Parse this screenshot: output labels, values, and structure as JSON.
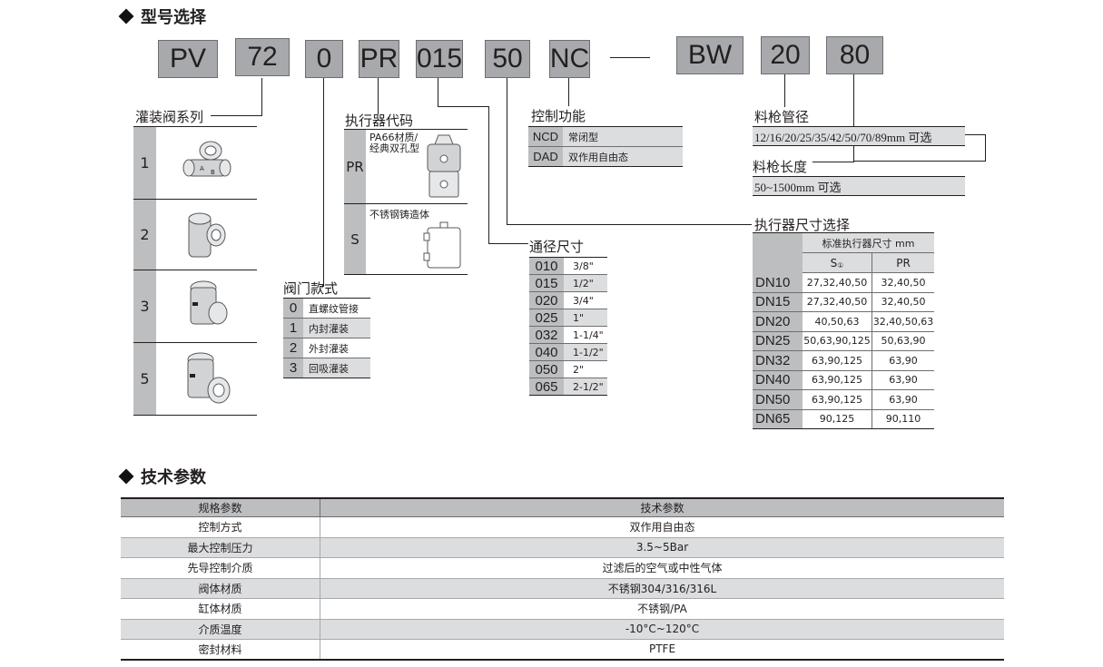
{
  "sections": {
    "model_title": "型号选择",
    "tech_title": "技术参数"
  },
  "model_code": [
    "PV",
    "72",
    "0",
    "PR",
    "015",
    "50",
    "NC",
    "BW",
    "20",
    "80"
  ],
  "series": {
    "title": "灌装阀系列",
    "items": [
      "1",
      "2",
      "3",
      "5"
    ]
  },
  "actuator": {
    "title": "执行器代码",
    "rows": [
      {
        "code": "PR",
        "desc": "PA66材质/\n经典双孔型"
      },
      {
        "code": "S",
        "desc": "不锈钢铸造体"
      }
    ]
  },
  "valve_style": {
    "title": "阀门款式",
    "rows": [
      {
        "code": "0",
        "desc": "直螺纹管接"
      },
      {
        "code": "1",
        "desc": "内封灌装"
      },
      {
        "code": "2",
        "desc": "外封灌装"
      },
      {
        "code": "3",
        "desc": "回吸灌装"
      }
    ]
  },
  "bore": {
    "title": "通径尺寸",
    "rows": [
      {
        "code": "010",
        "desc": "3/8\""
      },
      {
        "code": "015",
        "desc": "1/2\""
      },
      {
        "code": "020",
        "desc": "3/4\""
      },
      {
        "code": "025",
        "desc": "1\""
      },
      {
        "code": "032",
        "desc": "1-1/4\""
      },
      {
        "code": "040",
        "desc": "1-1/2\""
      },
      {
        "code": "050",
        "desc": "2\""
      },
      {
        "code": "065",
        "desc": "2-1/2\""
      }
    ]
  },
  "control": {
    "title": "控制功能",
    "rows": [
      {
        "code": "NCD",
        "desc": "常闭型"
      },
      {
        "code": "DAD",
        "desc": "双作用自由态"
      }
    ]
  },
  "gun_diameter": {
    "title": "料枪管径",
    "value": "12/16/20/25/35/42/50/70/89mm 可选"
  },
  "gun_length": {
    "title": "料枪长度",
    "value": "50~1500mm 可选"
  },
  "actuator_size": {
    "title": "执行器尺寸选择",
    "header": "标准执行器尺寸 mm",
    "col_s": "S",
    "col_s_sub": "①",
    "col_pr": "PR",
    "rows": [
      {
        "dn": "DN10",
        "s": "27,32,40,50",
        "pr": "32,40,50"
      },
      {
        "dn": "DN15",
        "s": "27,32,40,50",
        "pr": "32,40,50"
      },
      {
        "dn": "DN20",
        "s": "40,50,63",
        "pr": "32,40,50,63"
      },
      {
        "dn": "DN25",
        "s": "50,63,90,125",
        "pr": "50,63,90"
      },
      {
        "dn": "DN32",
        "s": "63,90,125",
        "pr": "63,90"
      },
      {
        "dn": "DN40",
        "s": "63,90,125",
        "pr": "63,90"
      },
      {
        "dn": "DN50",
        "s": "63,90,125",
        "pr": "63,90"
      },
      {
        "dn": "DN65",
        "s": "90,125",
        "pr": "90,110"
      }
    ]
  },
  "spec": {
    "header": [
      "规格参数",
      "技术参数"
    ],
    "rows": [
      [
        "控制方式",
        "双作用自由态"
      ],
      [
        "最大控制压力",
        "3.5~5Bar"
      ],
      [
        "先导控制介质",
        "过滤后的空气或中性气体"
      ],
      [
        "阀体材质",
        "不锈钢304/316/316L"
      ],
      [
        "缸体材质",
        "不锈钢/PA"
      ],
      [
        "介质温度",
        "-10°C~120°C"
      ],
      [
        "密封材料",
        "PTFE"
      ]
    ]
  }
}
